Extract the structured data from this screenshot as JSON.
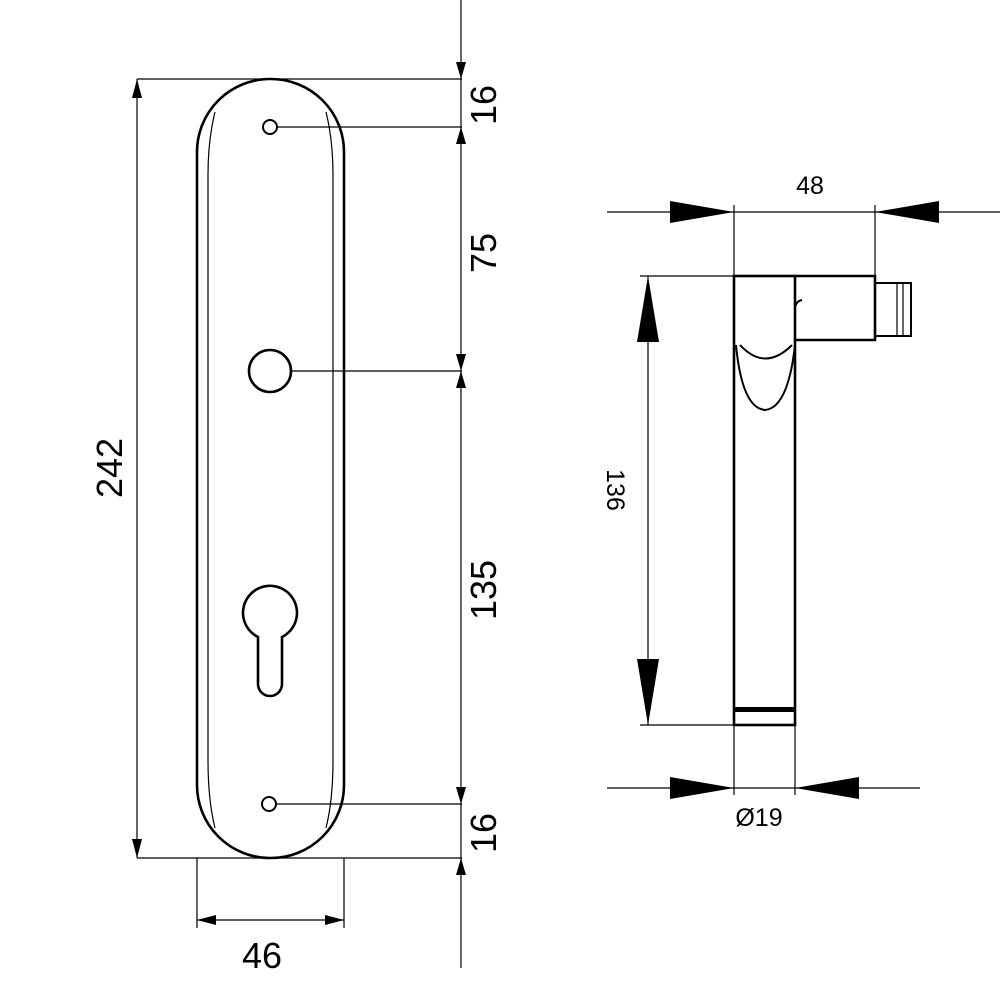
{
  "front_view": {
    "dim_total_height": "242",
    "dim_top": "16",
    "dim_upper": "75",
    "dim_lower": "135",
    "dim_bottom": "16",
    "dim_width": "46"
  },
  "side_view": {
    "dim_depth": "48",
    "dim_height": "136",
    "dim_diameter": "Ø19"
  }
}
